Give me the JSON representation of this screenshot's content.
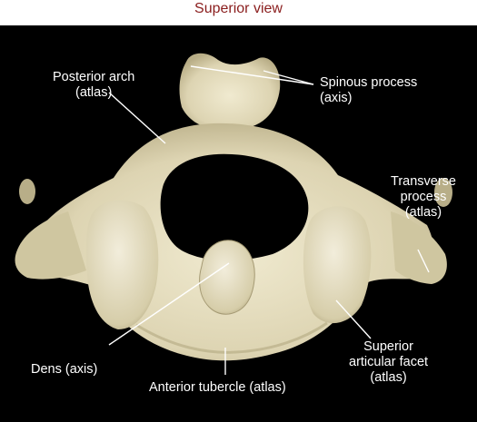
{
  "title": "Superior view",
  "labels": {
    "posterior_arch": {
      "line1": "Posterior arch",
      "line2": "(atlas)"
    },
    "spinous_process": {
      "line1": "Spinous process",
      "line2": "(axis)"
    },
    "transverse_process": {
      "line1": "Transverse",
      "line2": "process",
      "line3": "(atlas)"
    },
    "superior_articular_facet": {
      "line1": "Superior",
      "line2": "articular facet",
      "line3": "(atlas)"
    },
    "dens": {
      "line1": "Dens (axis)"
    },
    "anterior_tubercle": {
      "line1": "Anterior tubercle (atlas)"
    }
  },
  "colors": {
    "title": "#8a1d1d",
    "background": "#000000",
    "bone": "#e6dfc2",
    "labels": "#ffffff"
  }
}
